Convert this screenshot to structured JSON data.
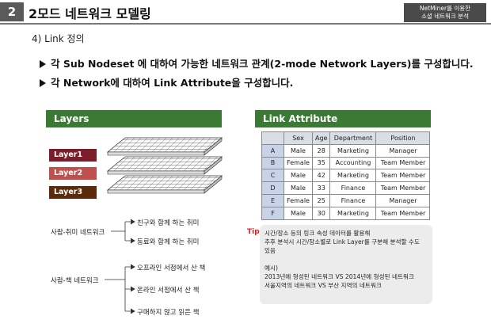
{
  "header": {
    "section_number": "2",
    "title": "2모드 네트워크 모델링",
    "brand_line1": "NetMiner를 이용한",
    "brand_line2": "소셜 네트워크 분석"
  },
  "subheading": "4) Link 정의",
  "bullets": [
    "각 Sub Nodeset 에 대하여 가능한 네트워크 관계(2-mode Network Layers)를 구성합니다.",
    "각 Network에 대하여 Link Attribute을 구성합니다."
  ],
  "layers_panel": {
    "title": "Layers",
    "layers": [
      {
        "label": "Layer1",
        "color": "#7a1e2c"
      },
      {
        "label": "Layer2",
        "color": "#c0504d"
      },
      {
        "label": "Layer3",
        "color": "#5a2a0a"
      }
    ],
    "trees": [
      {
        "root": "사람-취미 네트워크",
        "leaves": [
          "친구와 함께 하는 취미",
          "동료와 함께 하는 취미"
        ]
      },
      {
        "root": "사람-책 네트워크",
        "leaves": [
          "오프라인 서점에서 산 책",
          "온라인 서점에서 산 책",
          "구매하지 않고 읽은 책"
        ]
      }
    ]
  },
  "attribute_panel": {
    "title": "Link Attribute",
    "columns": [
      "",
      "Sex",
      "Age",
      "Department",
      "Position"
    ],
    "rows": [
      [
        "A",
        "Male",
        "28",
        "Marketing",
        "Manager"
      ],
      [
        "B",
        "Female",
        "35",
        "Accounting",
        "Team Member"
      ],
      [
        "C",
        "Male",
        "42",
        "Marketing",
        "Team Member"
      ],
      [
        "D",
        "Male",
        "33",
        "Finance",
        "Team Member"
      ],
      [
        "E",
        "Female",
        "25",
        "Finance",
        "Manager"
      ],
      [
        "F",
        "Male",
        "30",
        "Marketing",
        "Team Member"
      ]
    ]
  },
  "tip": {
    "label": "Tip",
    "lines": [
      "시간/장소 등의 링크 속성 데이터를 활용해",
      "추후 분석시 시간/장소별로 Link Layer를 구분해 분석할 수도",
      "있음",
      "",
      "예시)",
      "2013년에 형성된 네트워크 VS 2014년에 형성된 네트워크",
      "서울지역의 네트워크 VS 부산 지역의 네트워크"
    ]
  },
  "colors": {
    "panel_header": "#3a7a35",
    "table_header": "#d9dde6",
    "row_header": "#c8d3e8",
    "tip_accent": "#e02020"
  }
}
